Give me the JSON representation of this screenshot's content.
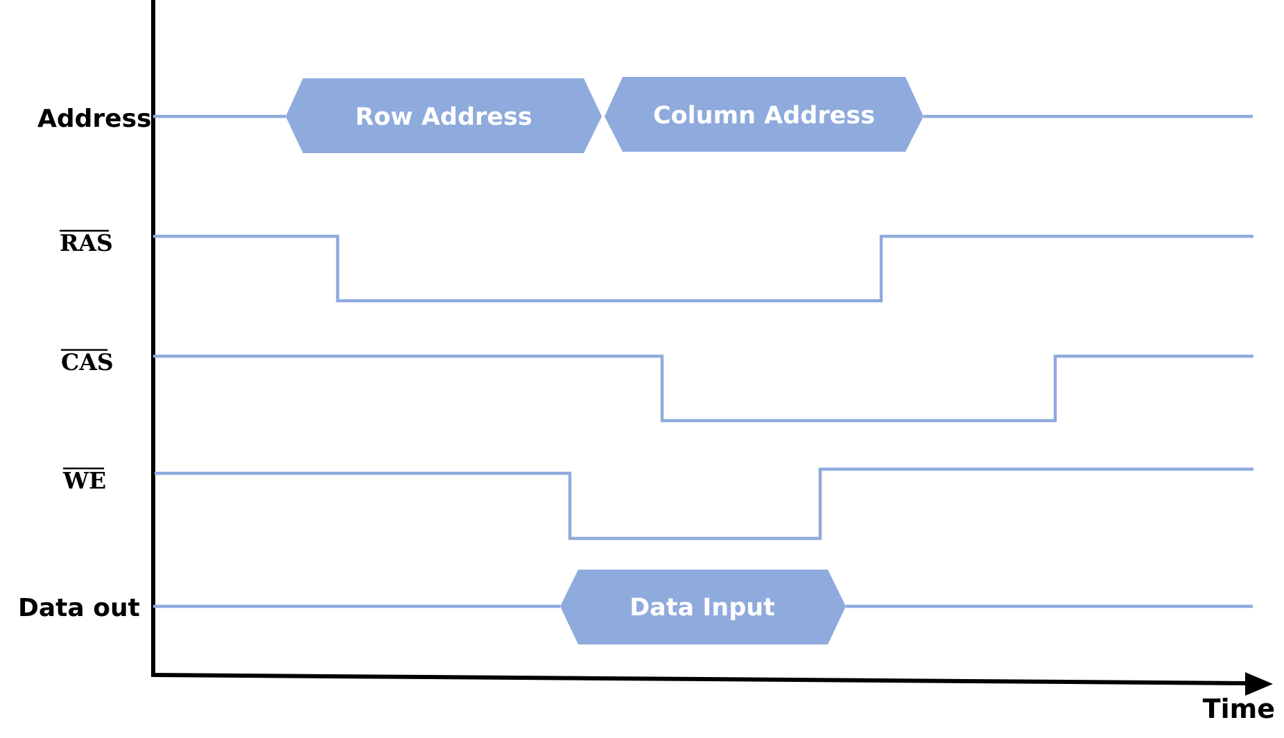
{
  "colors": {
    "waveform": "#8faadc",
    "axis": "#000000",
    "bus_text": "#ffffff"
  },
  "signals": {
    "address": {
      "label": "Address"
    },
    "ras": {
      "label": "RAS",
      "active_low": true
    },
    "cas": {
      "label": "CAS",
      "active_low": true
    },
    "we": {
      "label": "WE",
      "active_low": true
    },
    "data_out": {
      "label": "Data out"
    }
  },
  "buses": {
    "row_address": "Row Address",
    "column_address": "Column Address",
    "data_input": "Data Input"
  },
  "axis": {
    "time_label": "Time"
  }
}
